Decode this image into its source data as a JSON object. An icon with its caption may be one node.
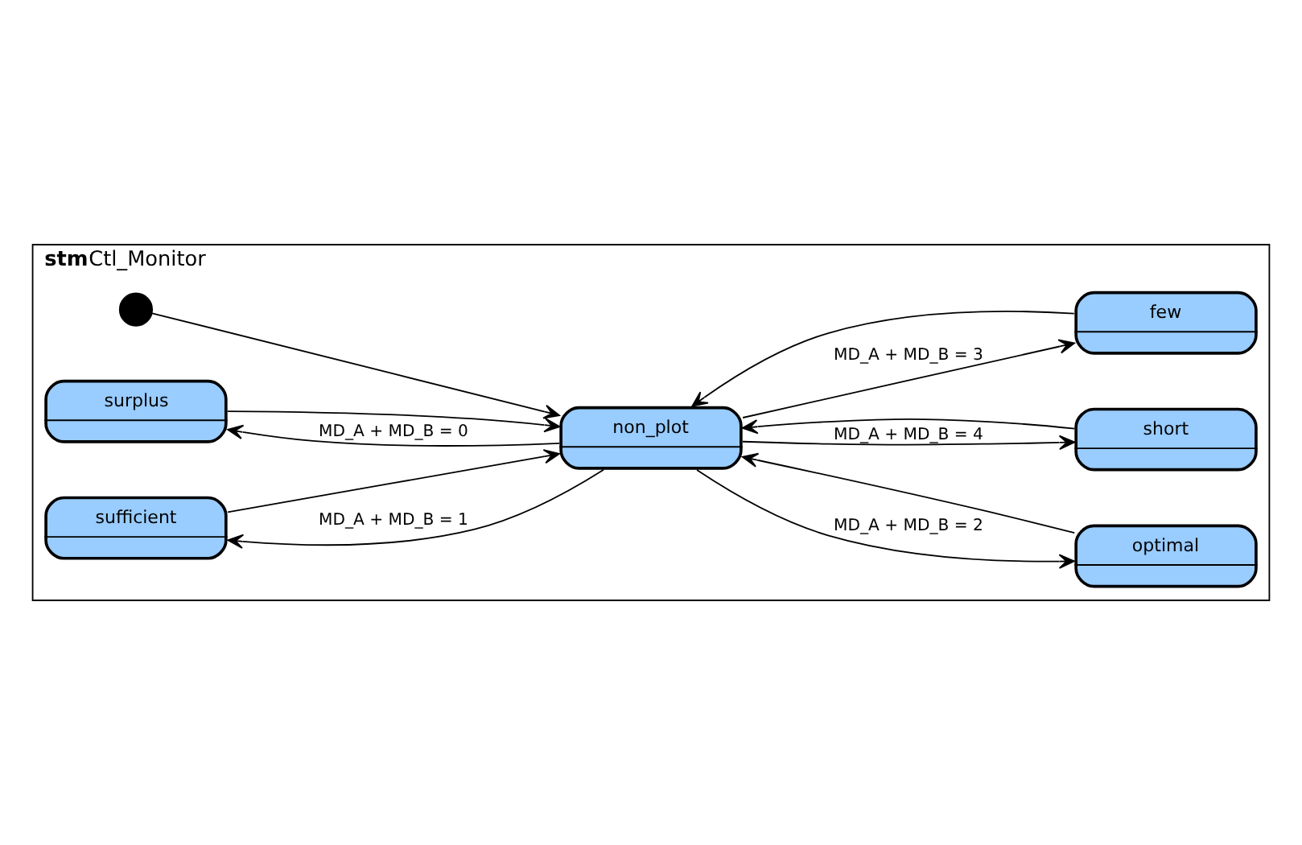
{
  "diagram": {
    "nodes": [
      {
        "text": [
          "stm",
          "Ctl_Monitor"
        ]
      },
      {
        "text": [],
        "shape": "circle",
        "in": 0
      },
      {
        "text": [
          "surplus"
        ],
        "in": 0
      },
      {
        "text": [
          "sufficient"
        ],
        "in": 0
      },
      {
        "text": [
          "non_plot"
        ],
        "in": 0
      },
      {
        "text": [
          "optimal"
        ],
        "in": 0
      },
      {
        "text": [
          "short"
        ],
        "in": 0
      },
      {
        "text": [
          "few"
        ],
        "in": 0
      }
    ],
    "edges": [
      {
        "from": 1,
        "to": 4,
        "arrow": "to"
      },
      {
        "from": 4,
        "to": 2,
        "arrow": "to",
        "label": "MD_A + MD_B = 0"
      },
      {
        "from": 2,
        "to": 4,
        "arrow": "to"
      },
      {
        "from": 4,
        "to": 3,
        "arrow": "to",
        "label": "MD_A + MD_B = 1"
      },
      {
        "from": 3,
        "to": 4,
        "arrow": "to"
      },
      {
        "from": 4,
        "to": 5,
        "arrow": "to",
        "label": "MD_A + MD_B = 2"
      },
      {
        "from": 5,
        "to": 4,
        "arrow": "to"
      },
      {
        "from": 4,
        "to": 6,
        "arrow": "to",
        "label": "MD_A + MD_B = 4"
      },
      {
        "from": 6,
        "to": 4,
        "arrow": "to"
      },
      {
        "from": 4,
        "to": 7,
        "arrow": "to",
        "label": "MD_A + MD_B = 3"
      },
      {
        "from": 7,
        "to": 4,
        "arrow": "to"
      }
    ]
  }
}
